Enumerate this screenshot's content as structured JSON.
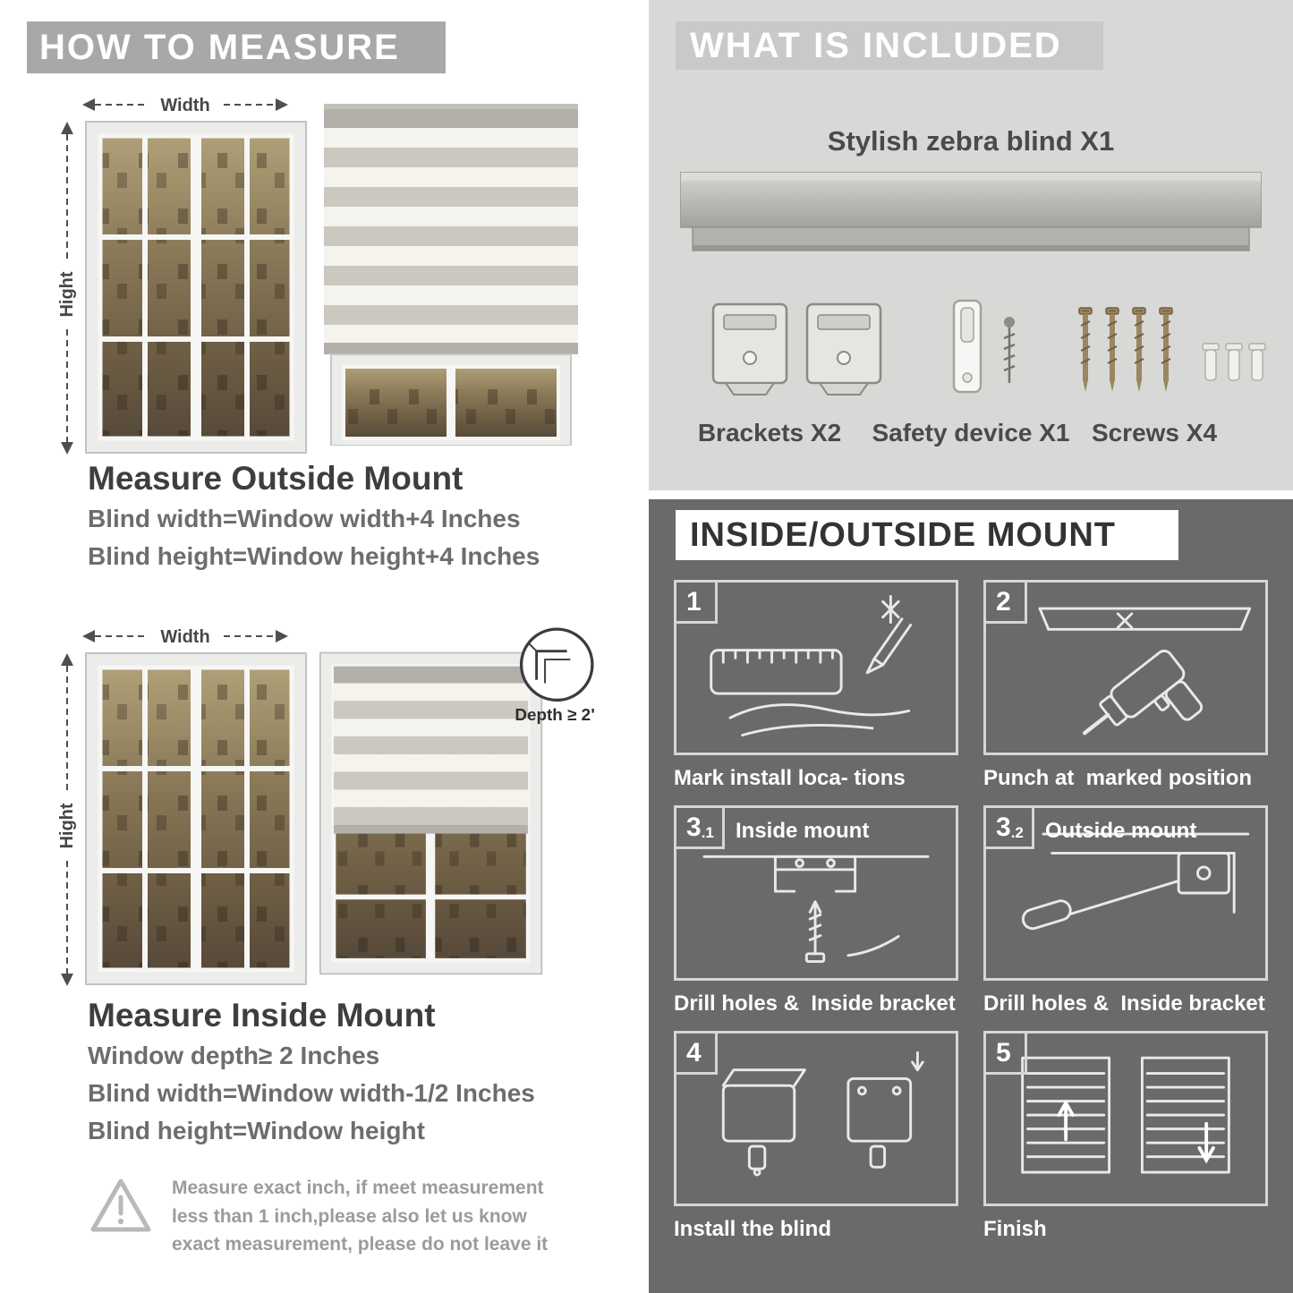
{
  "left": {
    "header": "HOW TO MEASURE",
    "outside": {
      "width_label": "Width",
      "height_label": "Hight",
      "title": "Measure Outside Mount",
      "line1": "Blind width=Window width+4 Inches",
      "line2": "Blind height=Window height+4 Inches"
    },
    "inside": {
      "width_label": "Width",
      "height_label": "Hight",
      "depth_label": "Depth ≥ 2\"",
      "title": "Measure Inside Mount",
      "line1": "Window depth≥ 2 Inches",
      "line2": "Blind width=Window width-1/2 Inches",
      "line3": "Blind height=Window height"
    },
    "warning_text": "Measure exact inch, if meet measurement less than 1 inch,please also let us know exact measurement, please do not leave it"
  },
  "included": {
    "header": "WHAT IS INCLUDED",
    "blind_label": "Stylish zebra blind X1",
    "items": [
      {
        "label": "Brackets X2"
      },
      {
        "label": "Safety device X1"
      },
      {
        "label": "Screws X4"
      }
    ]
  },
  "mount": {
    "header": "INSIDE/OUTSIDE MOUNT",
    "steps": [
      {
        "num": "1",
        "sub": "",
        "title": "",
        "caption": "Mark install loca- tions"
      },
      {
        "num": "2",
        "sub": "",
        "title": "",
        "caption": "Punch at  marked position"
      },
      {
        "num": "3",
        "sub": ".1",
        "title": "Inside mount",
        "caption": "Drill holes &  Inside bracket"
      },
      {
        "num": "3",
        "sub": ".2",
        "title": "Outside mount",
        "caption": "Drill holes &  Inside bracket"
      },
      {
        "num": "4",
        "sub": "",
        "title": "",
        "caption": "Install the blind"
      },
      {
        "num": "5",
        "sub": "",
        "title": "",
        "caption": "Finish"
      }
    ]
  },
  "colors": {
    "left_header_bg": "#a8a8a8",
    "panel_light_bg": "#d8d8d6",
    "panel_dark_bg": "#6a6a6a",
    "body_text": "#4a4a4a"
  }
}
